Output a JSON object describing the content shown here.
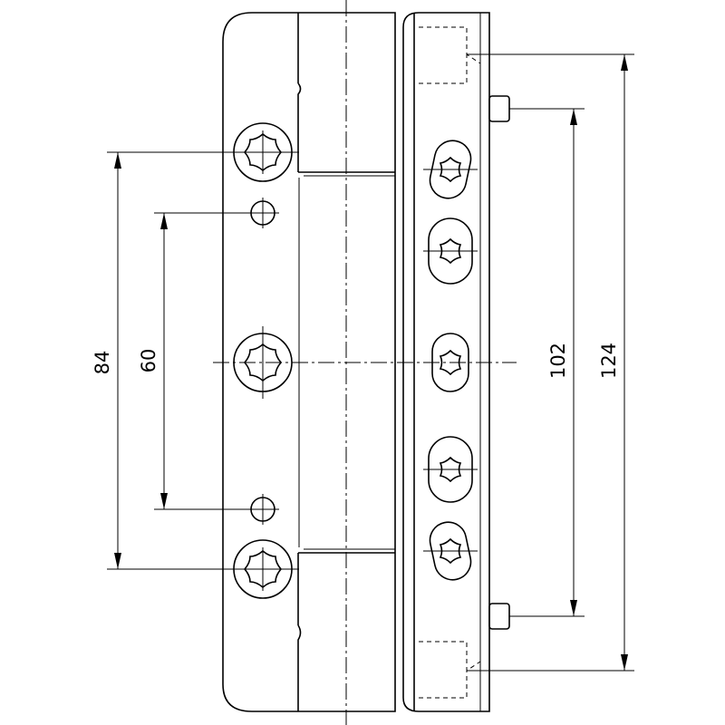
{
  "drawing": {
    "dimensions": [
      {
        "id": "dim-84",
        "label": "84"
      },
      {
        "id": "dim-60",
        "label": "60"
      },
      {
        "id": "dim-102",
        "label": "102"
      },
      {
        "id": "dim-124",
        "label": "124"
      }
    ]
  }
}
